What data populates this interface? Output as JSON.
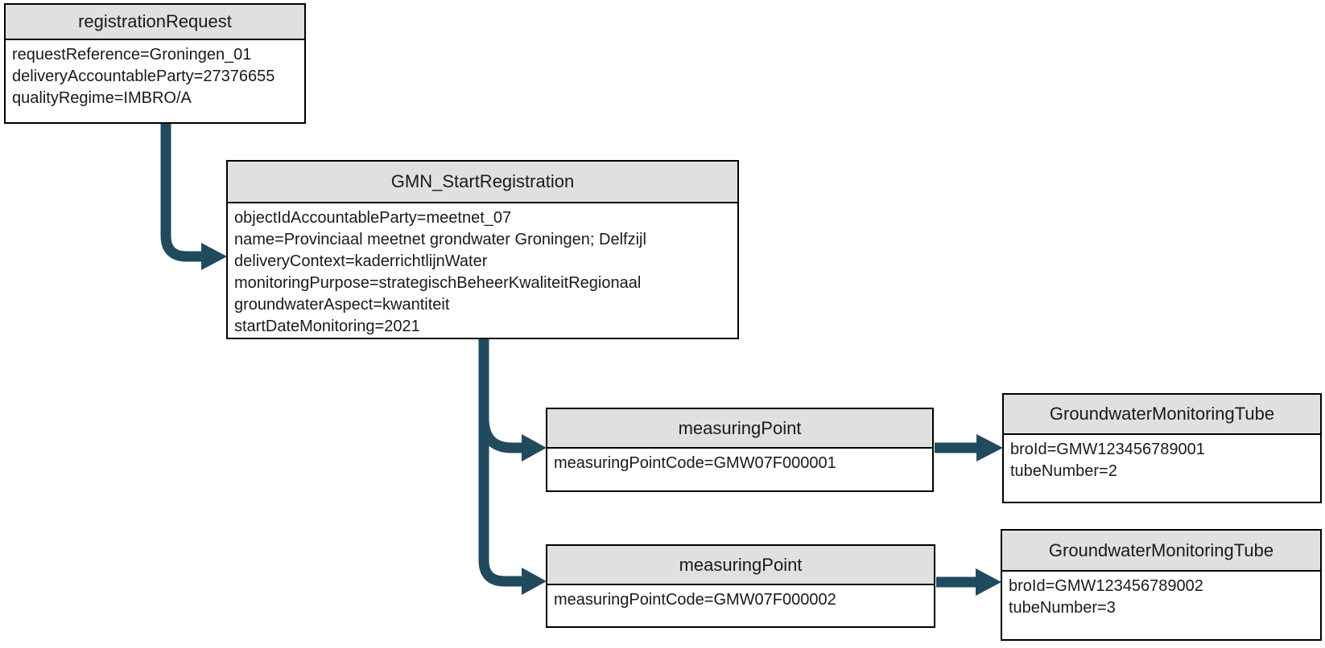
{
  "colors": {
    "arrow": "#214a5e",
    "header_fill": "#e0e0e0",
    "border": "#000000",
    "text": "#1a1a1a",
    "background": "#ffffff"
  },
  "boxes": {
    "registration_request": {
      "title": "registrationRequest",
      "lines": [
        "requestReference=Groningen_01",
        "deliveryAccountableParty=27376655",
        "qualityRegime=IMBRO/A"
      ]
    },
    "gmn_start_registration": {
      "title": "GMN_StartRegistration",
      "lines": [
        "objectIdAccountableParty=meetnet_07",
        "name=Provinciaal meetnet grondwater Groningen; Delfzijl",
        "deliveryContext=kaderrichtlijnWater",
        "monitoringPurpose=strategischBeheerKwaliteitRegionaal",
        "groundwaterAspect=kwantiteit",
        "startDateMonitoring=2021"
      ]
    },
    "measuring_point_1": {
      "title": "measuringPoint",
      "lines": [
        "measuringPointCode=GMW07F000001"
      ]
    },
    "tube_1": {
      "title": "GroundwaterMonitoringTube",
      "lines": [
        "broId=GMW123456789001",
        "tubeNumber=2"
      ]
    },
    "measuring_point_2": {
      "title": "measuringPoint",
      "lines": [
        "measuringPointCode=GMW07F000002"
      ]
    },
    "tube_2": {
      "title": "GroundwaterMonitoringTube",
      "lines": [
        "broId=GMW123456789002",
        "tubeNumber=3"
      ]
    }
  },
  "connections": [
    {
      "from": "registrationRequest",
      "to": "GMN_StartRegistration"
    },
    {
      "from": "GMN_StartRegistration",
      "to": "measuringPoint (GMW07F000001)"
    },
    {
      "from": "GMN_StartRegistration",
      "to": "measuringPoint (GMW07F000002)"
    },
    {
      "from": "measuringPoint (GMW07F000001)",
      "to": "GroundwaterMonitoringTube (GMW123456789001)"
    },
    {
      "from": "measuringPoint (GMW07F000002)",
      "to": "GroundwaterMonitoringTube (GMW123456789002)"
    }
  ]
}
